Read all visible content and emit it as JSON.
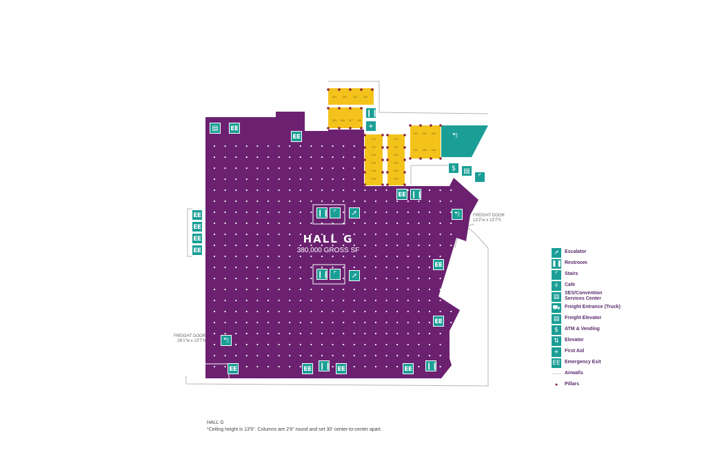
{
  "hall": {
    "name": "HALL G",
    "area": "380,000 GROSS SF"
  },
  "freight_doors": {
    "east": {
      "label": "FREIGHT DOOR",
      "dims": "13'2\"w x 13'7\"h"
    },
    "west": {
      "label": "FREIGHT DOOR",
      "dims": "26'1\"w x 13'7\"h"
    }
  },
  "icons": {
    "emergency_exit": "EE",
    "atm": "$",
    "first_aid": "+"
  },
  "rooms": {
    "top_row1": [
      "301",
      "302",
      "303",
      "304"
    ],
    "top_row2": [
      "305",
      "306",
      "307",
      "308"
    ],
    "col_a": [
      "311",
      "312",
      "313",
      "314",
      "315",
      "316"
    ],
    "col_b": [
      "321",
      "322",
      "323",
      "324",
      "325",
      "326"
    ],
    "block_top": [
      "331",
      "332",
      "333"
    ],
    "block_bottom": [
      "334",
      "335",
      "336"
    ]
  },
  "legend": [
    {
      "icon": "escalator-icon",
      "label": "Escalator"
    },
    {
      "icon": "restroom-icon",
      "label": "Restroom"
    },
    {
      "icon": "stairs-icon",
      "label": "Stairs"
    },
    {
      "icon": "cafe-icon",
      "label": "Cafe"
    },
    {
      "icon": "services-center-icon",
      "label": "SES/Convention",
      "label2": "Services Center"
    },
    {
      "icon": "truck-icon",
      "label": "Freight Entrance (Truck)"
    },
    {
      "icon": "freight-elevator-icon",
      "label": "Freight Elevator"
    },
    {
      "icon": "atm-icon",
      "label": "ATM & Vending",
      "glyph": "$"
    },
    {
      "icon": "elevator-icon",
      "label": "Elevator"
    },
    {
      "icon": "first-aid-icon",
      "label": "First Aid",
      "glyph": "+"
    },
    {
      "icon": "emergency-exit-icon",
      "label": "Emergency Exit",
      "glyph": "EE"
    },
    {
      "icon": "airwalls-icon",
      "label": "Airwalls"
    },
    {
      "icon": "pillars-icon",
      "label": "Pillars"
    }
  ],
  "note": {
    "title": "HALL G",
    "text": "*Ceiling height is 13'5\". Columns are 2'6\" round and set 30' center-to-center apart."
  },
  "colors": {
    "hall": "#6b2170",
    "booth": "#f3c31c",
    "teal": "#1a9e96",
    "pillar": "#8a2040"
  }
}
